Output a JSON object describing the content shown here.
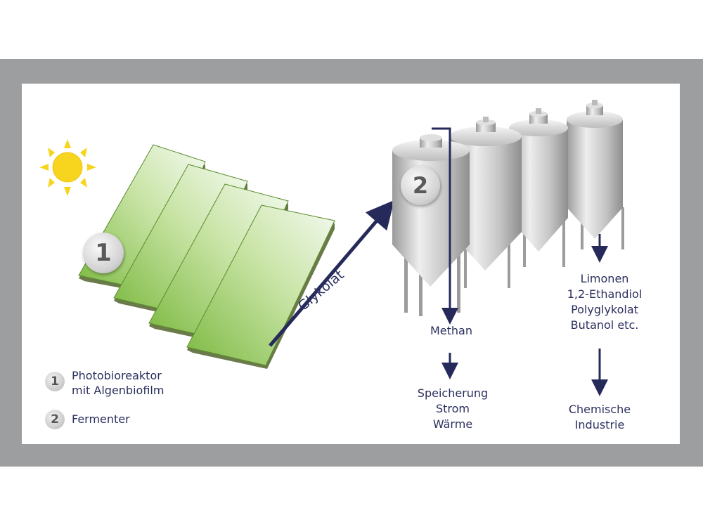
{
  "badges": {
    "one": "1",
    "two": "2"
  },
  "flow_label": "Glykolat",
  "outputs": {
    "methan": "Methan",
    "methan_uses": [
      "Speicherung",
      "Strom",
      "Wärme"
    ],
    "chemicals": [
      "Limonen",
      "1,2-Ethandiol",
      "Polyglykolat",
      "Butanol etc."
    ],
    "industry": [
      "Chemische",
      "Industrie"
    ]
  },
  "legend": [
    {
      "num": "1",
      "lines": [
        "Photobioreaktor",
        "mit Algenbiofilm"
      ]
    },
    {
      "num": "2",
      "lines": [
        "Fermenter"
      ]
    }
  ],
  "colors": {
    "frame": "#9d9e9f",
    "text": "#2b2f5e",
    "arrow": "#252a5a",
    "sun": "#f7d51f",
    "panel_green": "#8cc44a"
  },
  "icons": {
    "sun": "sun-icon"
  }
}
